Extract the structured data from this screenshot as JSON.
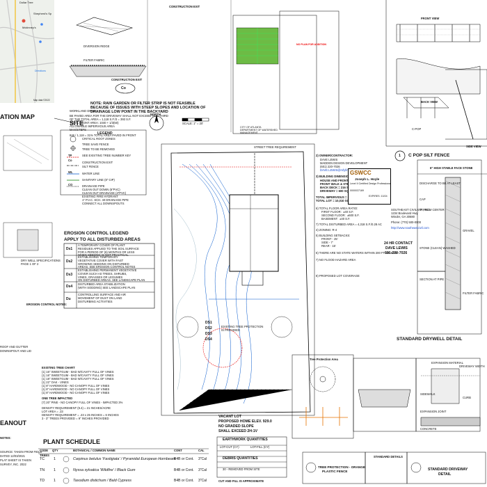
{
  "location_map": {
    "title": "ATION MAP",
    "site_label": "SITE",
    "labels": [
      "Dollar Tree",
      "Shepherd's Sp",
      "Mckinney's",
      "Directions",
      "Map data ©2022"
    ]
  },
  "construction_exit": {
    "labels": [
      "CONSTRUCTION EXIT",
      "DIVERSION RIDGE",
      "FILTER FABRIC",
      "CONSTRUCTION EXIT"
    ],
    "symbol": "Co"
  },
  "note": {
    "text": "NOTE: RAIN GARDEN OR FILTER STRIP IS NOT FEASIBLE\nBECAUSE OF ISSUES WITH STEEP SLOPES AND LOCATION OF\nDRAINAGE LOW POINT IN THE BACKYARD"
  },
  "impervious": {
    "lines": [
      "WORKLAND DRIVE",
      "BE PAVED AREA FOR THE DRIVEWAY SHALL NOT EXCEED ONE-THIRD",
      "OF THE TOTAL AREA = 1,118 S.F./3 = 393 S.F.",
      "TOTAL FRONT AREA: 1040 + 1/3(50)",
      "ALLOWABLE IMPERVIOUS AREA",
      "MAX/STEPS",
      "SCALE: 1\" = 20'"
    ],
    "pct_note": "846 / 1,118 = 31% TOTAL AREA PAVED IN FRONT"
  },
  "north": "NORTH",
  "legend": {
    "title": "LEGEND",
    "items": [
      "CRITICAL ROOT ZONES",
      "TREE SAVE FENCE",
      "TREE TO BE REMOVED",
      "SEE EXISTING TREE NUMBER KEY",
      "CONSTRUCTION EXIT",
      "SILT FENCE",
      "WATER LINE",
      "SANITARY LINE (8\" CIP)",
      "DRAINAGE PIPE",
      "CLEAN OUT DOWN (6\"PVC)",
      "CLEAN OUT DRAINAGE (4\"PVC)",
      "EXISTING FIRE HYDRANT",
      "1\" P.V.C. SCH. 40 DRAINAGE PIPE",
      "CONNECT ALL DOWNSPOUTS"
    ],
    "tags": [
      "TP",
      "CO",
      "WL",
      "Co"
    ]
  },
  "erosion": {
    "title": "EROSION CONTROL LEGEND",
    "subtitle": "APPLY TO ALL DISTURBED AREAS",
    "rows": [
      {
        "code": "Ds1",
        "text": "A TEMPORARY COVER OF PLANT\nRESIDUES APPLIED TO THE SOIL SURFACE\nFOR A PERIOD OF (6) MONTHS OR LESS\nWHEN SEEDING IS NOT PRACTICAL"
      },
      {
        "code": "Ds2",
        "text": "ESTABLISHING TEMPORARY\nVEGETATIVE COVER WITH FAST\nGROWING SEEDING ON DISTURBED\nAREAS. SEE EROSION CONTROL NOTES"
      },
      {
        "code": "Ds3",
        "text": "ESTABLISHING PERMANENT VEGETATIVE\nCOVER SUCH AS TREES, SHRUBS,\nVINES, GRASSES OR LEGUMES\nON DISTURBED AREAS. SEE LANDSCAPE PLAN"
      },
      {
        "code": "Ds4",
        "text": "DISTURBED AREA STABILIZATION\n(WITH SODDING) SEE LANDSCAPE PLAN"
      },
      {
        "code": "Du",
        "text": "CONTROLLING SURFACE AND AIR\nMOVEMENT OF DUST ON LAND\nDISTURBING ACTIVITIES"
      }
    ]
  },
  "general_notes": {
    "title": "EROSION CONTROL NOTES:",
    "existing_title": "EXISTING TREE CHART",
    "trees": [
      "(1) 16\" SWEETGUM - BAD W/CAVITY FULL OF VINES",
      "(1) 16\" SWEETGUM - BAD W/CAVITY FULL OF VINES",
      "(1) 18\" SWEETGUM - BAD W/CAVITY FULL OF VINES",
      "(1) 22\" OAK - VINES",
      "(1) 8\" HARDWOOD - NO CANOPY FULL OF VINES",
      "(1) 8\" HARDWOOD - NO CANOPY FULL OF VINES",
      "(1) 8\" HARDWOOD - NO CANOPY FULL OF VINES"
    ],
    "one_tree": "ONE TREE IMPACTED",
    "impacted": "(7) 20\" PINE - NO CANOPY FULL OF VINES - IMPACTED 3%",
    "density": [
      "DENSITY REQUIREMENT (9.4) = 21 INCHES/ACRE",
      "LOT AREA = .23",
      "DENSITY REQUIREMENT = .23 x 25 INCHES = 6 INCHES",
      "3 - 3\" TREES PROVIDED = 9\" INCHES PROVIDED"
    ]
  },
  "plant_schedule": {
    "title": "PLANT SCHEDULE",
    "headers": [
      "CODE",
      "QTY",
      "BOTANICAL / COMMON NAME",
      "CONT",
      "CAL"
    ],
    "trees_label": "TREES",
    "rows": [
      [
        "TC",
        "1",
        "Carpinus betulus 'Fastigiata' / Pyramidal European Hornbeam",
        "B4B or Cont.",
        "3\"Cal"
      ],
      [
        "TN",
        "1",
        "Nyssa sylvatica 'Wildfire' / Black Gum",
        "B4B or Cont.",
        "3\"Cal"
      ],
      [
        "TD",
        "1",
        "Taxodium distichum / Bald Cypress",
        "B4B or Cont.",
        "3\"Cal"
      ]
    ]
  },
  "cleanout": {
    "title": "EANOUT",
    "label": "DRY WELL SPECIFICATIONS",
    "page": "PAGE 1 OF 2"
  },
  "left_notes": [
    "ROOF AND GUTTER",
    "DOWNSPOUT AND LID",
    "NOTES:",
    "SOURCE: TAKEN FROM FIELD",
    "DATED 12/03/2021",
    "PLAT SHEET IS TAKEN",
    "SURVEY, INC. 2022"
  ],
  "silt_fence": {
    "title": "C POP SILT FENCE",
    "circle": "1",
    "front_view": "FRONT VIEW",
    "back_view": "BACK VIEW",
    "side_view": "SIDE VIEW",
    "cpop": "C-POP"
  },
  "land_info": {
    "lines": [
      "2) OWNER/CONTRACTOR:",
      "DAVE LEWIS",
      "MADDEN DESIGN DEVELOPMENT",
      "(601) 220-7026",
      "DAVE.LEWIS@mfyfinding.com",
      "3) BUILDING DIMENSIONS:",
      "4) ZONING: R-4",
      "5) BUILDING SETBACKS:",
      "FRONT - 25'",
      "SIDE - 7'",
      "REAR - 15'",
      "6) THERE ARE NO STATE WATERS WITHIN 200 FT. OF SITE",
      "7) NO FLOOD HAZARD AREA",
      "8) PROPOSED LOT COVERAGE"
    ],
    "totals": [
      "HOUSE AND FRONT PORCH = 1500 SQ. FT.",
      "FRONT WALK & STEPS = 72 SQ.FT.",
      "BACK DECK = 216 SQ.FT.",
      "DRIVEWAY = 600 SQ.FT."
    ],
    "coverage": "TOTAL IMPERVIOUS = 2,621 SQ. FT. (26.2%)",
    "lot_area": "TOTAL LOT = 10,010 SQ. FT.",
    "floor": [
      "6) TOTAL FLOOR AREA RATIO:",
      "FIRST FLOOR:  ±40 S.F.",
      "SECOND FLOOR:  ±600 S.F.",
      "BASEMENT:  ±40 S.F."
    ],
    "disturbed": "7) TOTAL DISTURBED AREA = 4,318 S.F./0.28 AC"
  },
  "gswcc": {
    "logo": "GSWCC",
    "name": "Joseph L. Hoyle",
    "level": "Level II Certified Design Professional",
    "numbers": [
      "0000037169",
      "EXPIRES: 10/24"
    ]
  },
  "southeast": {
    "lines": [
      "SOUTHEAST CIVILNTR, INC.",
      "1234 Boulevard Hwy",
      "Winder, GA 30680",
      "Phone: (770) 500-0000",
      "http://www.southeastcivil.com"
    ]
  },
  "contact": {
    "lines": [
      "24 HR CONTACT",
      "DAVE LEWIS",
      "601-220-7026"
    ]
  },
  "drywell": {
    "title": "STANDARD DRYWELL DETAIL",
    "labels": [
      "6\" HIGH STABLE FACE STONE",
      "DISCHARGE TO BE AT LEAST",
      "CAP",
      "4\" FROM CENTER",
      "GRAVEL",
      "STONE (CLEAN) WASHED",
      "SECTION AT PIPE",
      "FILTER FABRIC"
    ]
  },
  "driveway": {
    "title": "STANDARD DRIVEWAY",
    "subtitle": "DETAIL",
    "labels": [
      "EXPANSION MATERIAL",
      "DRIVEWAY WIDTH",
      "SIDEWALK",
      "CURB",
      "EXPANSION JOINT",
      "CONCRETE"
    ]
  },
  "tree_protection": {
    "title": "TREE PROTECTION - ORANGE",
    "subtitle": "PLASTIC FENCE",
    "area": "Tree Protection Area",
    "standard": "STANDARD DETAILS"
  },
  "quantities": {
    "vacant": "VACANT LOT",
    "prop": "PROPOSED HOME ELEV. 929.0",
    "graded": "NO GRADED SLOPE",
    "shall": "SHALL EXCEED 2H:1V",
    "earth": "EARTHWORK QUANTITIES",
    "cut_fill": [
      "LOT-CUT (CY)",
      "LOT-FILL (CY)"
    ],
    "debris": "DEBRIS QUANTITIES",
    "debris_row": "30 - REMOVED FROM SITE",
    "approx": "CUT AND FILL IS APPROXIMATE"
  },
  "site": {
    "labels": [
      "STREET TREE REQUIREMENT",
      "EXISTING TREE PROTECTION",
      "IS PROVIDED",
      "DS1",
      "DS2",
      "DS3",
      "DS4"
    ]
  },
  "title_block": {
    "lines": [
      "CITY OF ATLANTA",
      "DEPARTMENT OF WATERSHED",
      "MANAGEMENT",
      "NO PLAN FOR ADDITION"
    ]
  }
}
